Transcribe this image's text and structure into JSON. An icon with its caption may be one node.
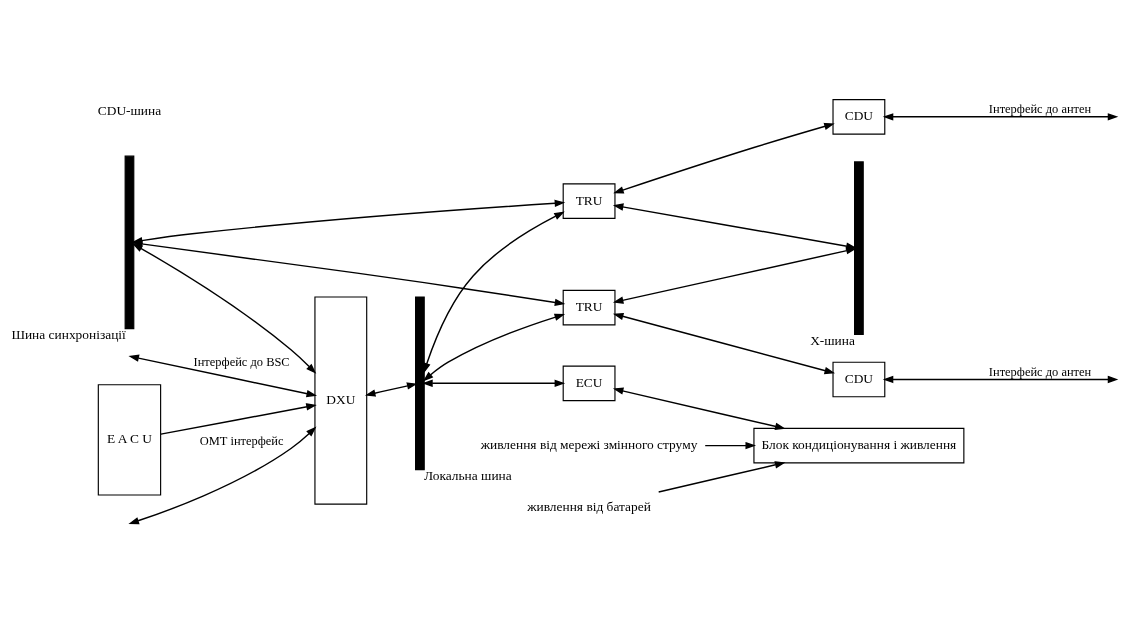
{
  "diagram": {
    "nodes": [
      {
        "text": [],
        "shape": "bar",
        "beside": [
          "Шина синхронізації"
        ]
      },
      {
        "text": [
          "DXU"
        ]
      },
      {
        "text": [],
        "shape": "bar",
        "beside": [
          "Локальна шина"
        ]
      },
      {
        "text": [
          "TRU"
        ]
      },
      {
        "text": [
          "TRU"
        ]
      },
      {
        "text": [
          "ECU"
        ]
      },
      {
        "text": [],
        "shape": "bar",
        "beside": [
          "X-шина"
        ]
      },
      {
        "text": [
          "CDU"
        ]
      },
      {
        "text": [
          "CDU"
        ]
      },
      {
        "text": [
          "Блок кондиціонування і живлення"
        ]
      },
      {
        "text": [
          "E A C U"
        ]
      },
      {
        "text": [
          "живлення від мережі змінного струму"
        ]
      },
      {
        "text": [
          "живлення від батарей"
        ]
      }
    ],
    "edges": [
      {
        "from": 0,
        "to": 1,
        "arrow": "both"
      },
      {
        "from": null,
        "to": 1,
        "arrow": "both",
        "label": "ОМТ інтерфейс"
      },
      {
        "from": null,
        "to": 1,
        "arrow": "both",
        "label": "Інтерфейс до BSC"
      },
      {
        "from": 10,
        "to": 1,
        "arrow": "to"
      },
      {
        "from": 1,
        "to": 2,
        "arrow": "both"
      },
      {
        "from": 2,
        "to": 3,
        "arrow": "both"
      },
      {
        "from": 2,
        "to": 4,
        "arrow": "both"
      },
      {
        "from": 2,
        "to": 5,
        "arrow": "both"
      },
      {
        "from": 3,
        "to": 7,
        "arrow": "both"
      },
      {
        "from": 3,
        "to": 0,
        "arrow": "both"
      },
      {
        "from": 3,
        "to": 6,
        "arrow": "both"
      },
      {
        "from": 4,
        "to": 8,
        "arrow": "both"
      },
      {
        "from": 4,
        "to": 0,
        "arrow": "both"
      },
      {
        "from": 4,
        "to": 6,
        "arrow": "both"
      },
      {
        "from": 5,
        "to": 9,
        "arrow": "both"
      },
      {
        "from": 7,
        "to": null,
        "arrow": "both",
        "label": "Інтерфейс до антен"
      },
      {
        "from": 8,
        "to": null,
        "arrow": "both",
        "label": "Інтерфейс до антен"
      },
      {
        "from": 11,
        "to": 9,
        "arrow": "to"
      },
      {
        "from": 12,
        "to": 9,
        "arrow": "to"
      }
    ],
    "labels": [
      "CDU-шина"
    ]
  }
}
